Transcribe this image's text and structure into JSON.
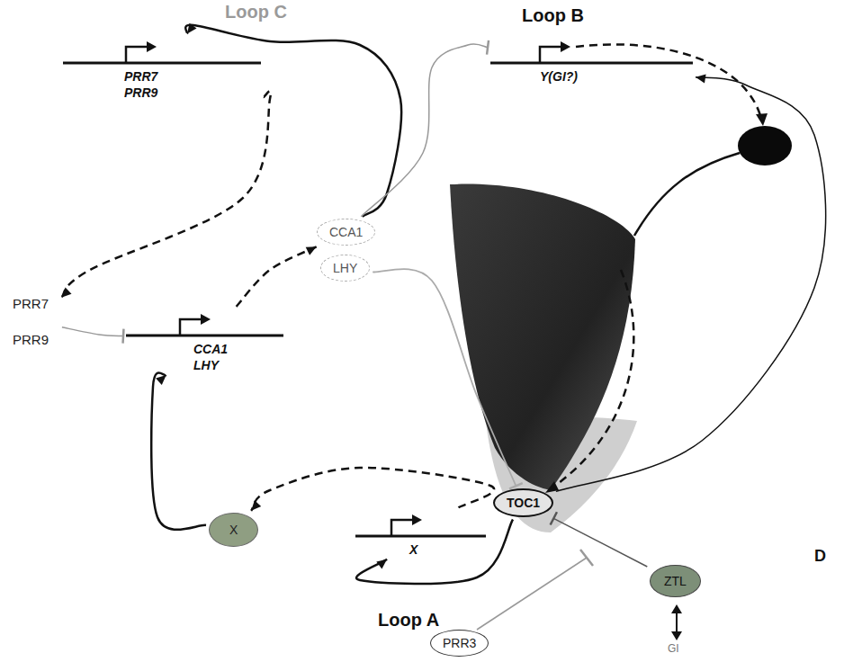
{
  "diagram": {
    "nodes": [
      {
        "text": [
          "PRR7 PRR9"
        ]
      },
      {
        "text": [
          "PRR7 PRR9"
        ]
      },
      {
        "text": [
          "CCA1 LHY"
        ]
      },
      {
        "text": [
          "CCA1"
        ]
      },
      {
        "text": [
          "LHY"
        ]
      },
      {
        "text": [
          "Y(GI?)"
        ]
      },
      {
        "text": [
          "TOC1"
        ]
      },
      {
        "text": [
          "X"
        ]
      },
      {
        "text": [
          "X"
        ]
      },
      {
        "text": [
          "PRR3"
        ]
      },
      {
        "text": [
          "ZTL"
        ]
      }
    ],
    "edges": [
      {
        "from": 3,
        "to": 0,
        "arrow": "to"
      },
      {
        "from": 0,
        "to": 1,
        "arrow": "to"
      },
      {
        "from": 1,
        "to": 2,
        "arrow": "to"
      },
      {
        "from": 2,
        "to": 3,
        "arrow": "to"
      },
      {
        "from": 3,
        "to": 5,
        "arrow": "to"
      },
      {
        "from": 4,
        "to": 6,
        "arrow": "to"
      },
      {
        "from": 6,
        "to": 5,
        "arrow": "to"
      },
      {
        "from": 6,
        "to": 7,
        "arrow": "to"
      },
      {
        "from": 7,
        "to": 8,
        "arrow": "to"
      },
      {
        "from": 8,
        "to": 2,
        "arrow": "to"
      },
      {
        "from": 10,
        "to": 6,
        "arrow": "to"
      }
    ],
    "labels": [
      "Loop C",
      "Loop B",
      "Loop A",
      "D",
      "GI"
    ]
  }
}
